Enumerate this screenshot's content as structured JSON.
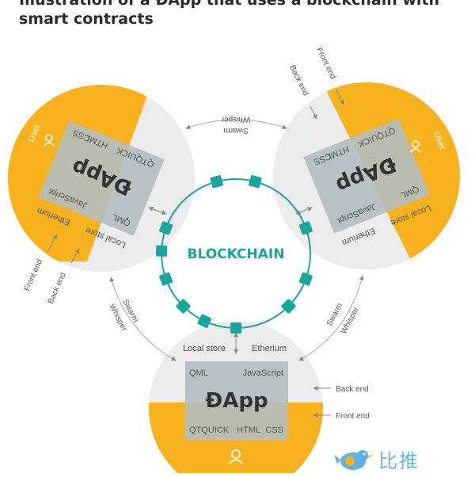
{
  "title": {
    "line1": "Illustration of a ÐApp that uses a blockchain with",
    "line2": "smart contracts"
  },
  "center": {
    "label": "BLOCKCHAIN"
  },
  "bottom_node": {
    "local_store": "Local store",
    "etherium": "Etherium",
    "qml": "QML",
    "javascript": "JavaScript",
    "dapp": "ÐApp",
    "qtquick": "QTQUICK",
    "html": "HTML",
    "css": "CSS",
    "back_end": "Back end",
    "front_end": "Front end"
  },
  "left_node": {
    "user": "User",
    "qtquick": "QTQUICK",
    "html": "HTML",
    "css": "CSS",
    "dapp": "ÐApp",
    "qml": "QML",
    "javascript": "JavaScript",
    "local_store": "Local store",
    "etherium": "Etherium",
    "front_end": "Front end",
    "back_end": "Back end"
  },
  "right_node": {
    "user": "User",
    "qtquick": "QTQUICK",
    "html": "HTML",
    "css": "CSS",
    "dapp": "ÐApp",
    "qml": "QML",
    "javascript": "JavaScript",
    "local_store": "Local store",
    "etherium": "Etherium",
    "front_end": "Front end",
    "back_end": "Back end"
  },
  "links": {
    "top_swarm": "Swarm",
    "top_whisper": "Whisper",
    "left_swarm": "Swarm",
    "left_whisper": "Whisper",
    "right_swarm": "Swarm",
    "right_whisper": "Whisper"
  },
  "watermark": {
    "text": "比推",
    "icon": "bird-logo"
  },
  "colors": {
    "orange": "#f7b21d",
    "grey_circle": "#ececec",
    "box": "#a9b6bd",
    "teal": "#1aa79b",
    "text": "#555555"
  }
}
